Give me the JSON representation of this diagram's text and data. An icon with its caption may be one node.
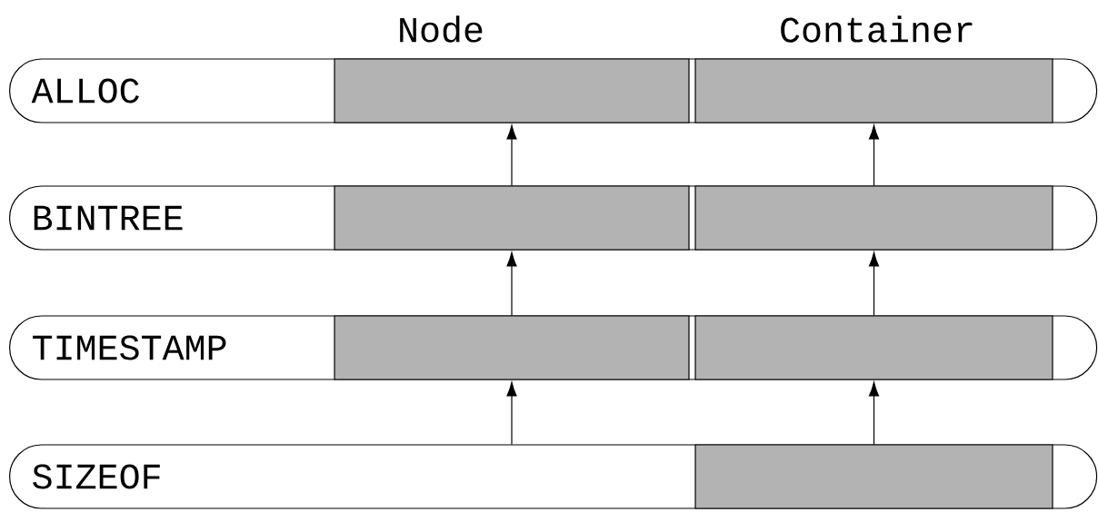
{
  "diagram": {
    "nodes": [
      {
        "text": [
          "ALLOC"
        ]
      },
      {
        "text": [],
        "shape": "box",
        "in": 0
      },
      {
        "text": [],
        "shape": "box",
        "in": 0
      },
      {
        "text": [
          "BINTREE"
        ]
      },
      {
        "text": [],
        "shape": "box",
        "in": 3
      },
      {
        "text": [],
        "shape": "box",
        "in": 3
      },
      {
        "text": [
          "TIMESTAMP"
        ]
      },
      {
        "text": [],
        "shape": "box",
        "in": 6
      },
      {
        "text": [],
        "shape": "box",
        "in": 6
      },
      {
        "text": [
          "SIZEOF"
        ]
      },
      {
        "text": [],
        "shape": "box",
        "in": 9
      }
    ],
    "edges": [
      {
        "from": 4,
        "to": 1,
        "arrow": "to"
      },
      {
        "from": 5,
        "to": 2,
        "arrow": "to"
      },
      {
        "from": 7,
        "to": 4,
        "arrow": "to"
      },
      {
        "from": 8,
        "to": 5,
        "arrow": "to"
      },
      {
        "from": 9,
        "to": 7,
        "arrow": "to"
      },
      {
        "from": 10,
        "to": 8,
        "arrow": "to"
      }
    ],
    "labels": [
      "Node",
      "Container"
    ]
  }
}
